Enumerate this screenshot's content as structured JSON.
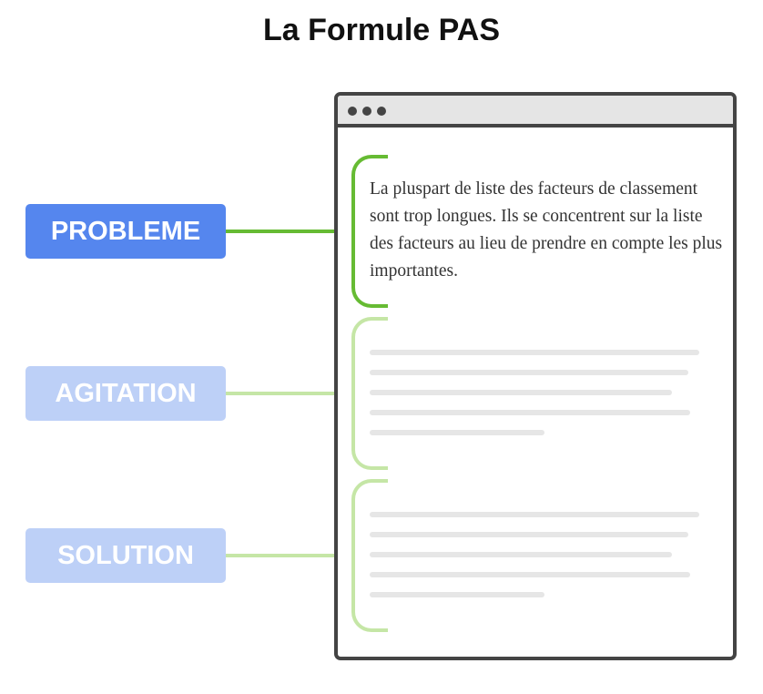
{
  "title": "La Formule PAS",
  "colors": {
    "active_label": "#5586ee",
    "inactive_label": "#bdd0f7",
    "active_line": "#66bb33",
    "inactive_line": "#c5e6a6",
    "placeholder": "#e6e6e6",
    "frame": "#444444"
  },
  "sections": [
    {
      "label": "PROBLEME",
      "active": true
    },
    {
      "label": "AGITATION",
      "active": false
    },
    {
      "label": "SOLUTION",
      "active": false
    }
  ],
  "browser": {
    "window_dots": 3,
    "paragraph": "La pluspart de liste des facteurs de classement sont trop longues. Ils se concentrent sur la liste des facteurs au lieu de prendre en compte les plus importantes."
  }
}
